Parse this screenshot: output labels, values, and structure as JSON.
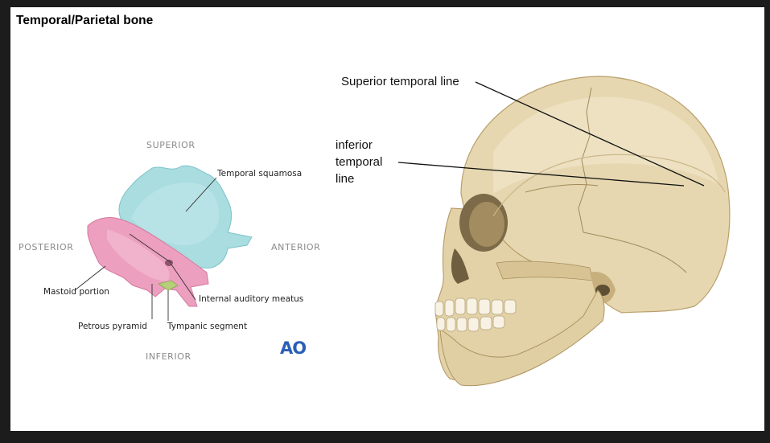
{
  "title": "Temporal/Parietal bone",
  "temporal_diagram": {
    "directions": {
      "superior": "SUPERIOR",
      "inferior": "INFERIOR",
      "posterior": "POSTERIOR",
      "anterior": "ANTERIOR"
    },
    "labels": {
      "temporal_squamosa": "Temporal squamosa",
      "mastoid_portion": "Mastoid portion",
      "internal_auditory_meatus": "Internal auditory meatus",
      "petrous_pyramid": "Petrous pyramid",
      "tympanic_segment": "Tympanic segment"
    },
    "logo": "AO",
    "colors": {
      "squamosa": "#a9dde0",
      "petrous": "#ec9fbe",
      "tympanic": "#b6d07a",
      "logo": "#2a5fb8"
    }
  },
  "skull_diagram": {
    "labels": {
      "superior_temporal_line": "Superior temporal line",
      "inferior_temporal_line_1": "inferior",
      "inferior_temporal_line_2": "temporal",
      "inferior_temporal_line_3": "line"
    },
    "colors": {
      "bone": "#e6d7b0",
      "bone_shadow": "#c9b27f"
    }
  }
}
